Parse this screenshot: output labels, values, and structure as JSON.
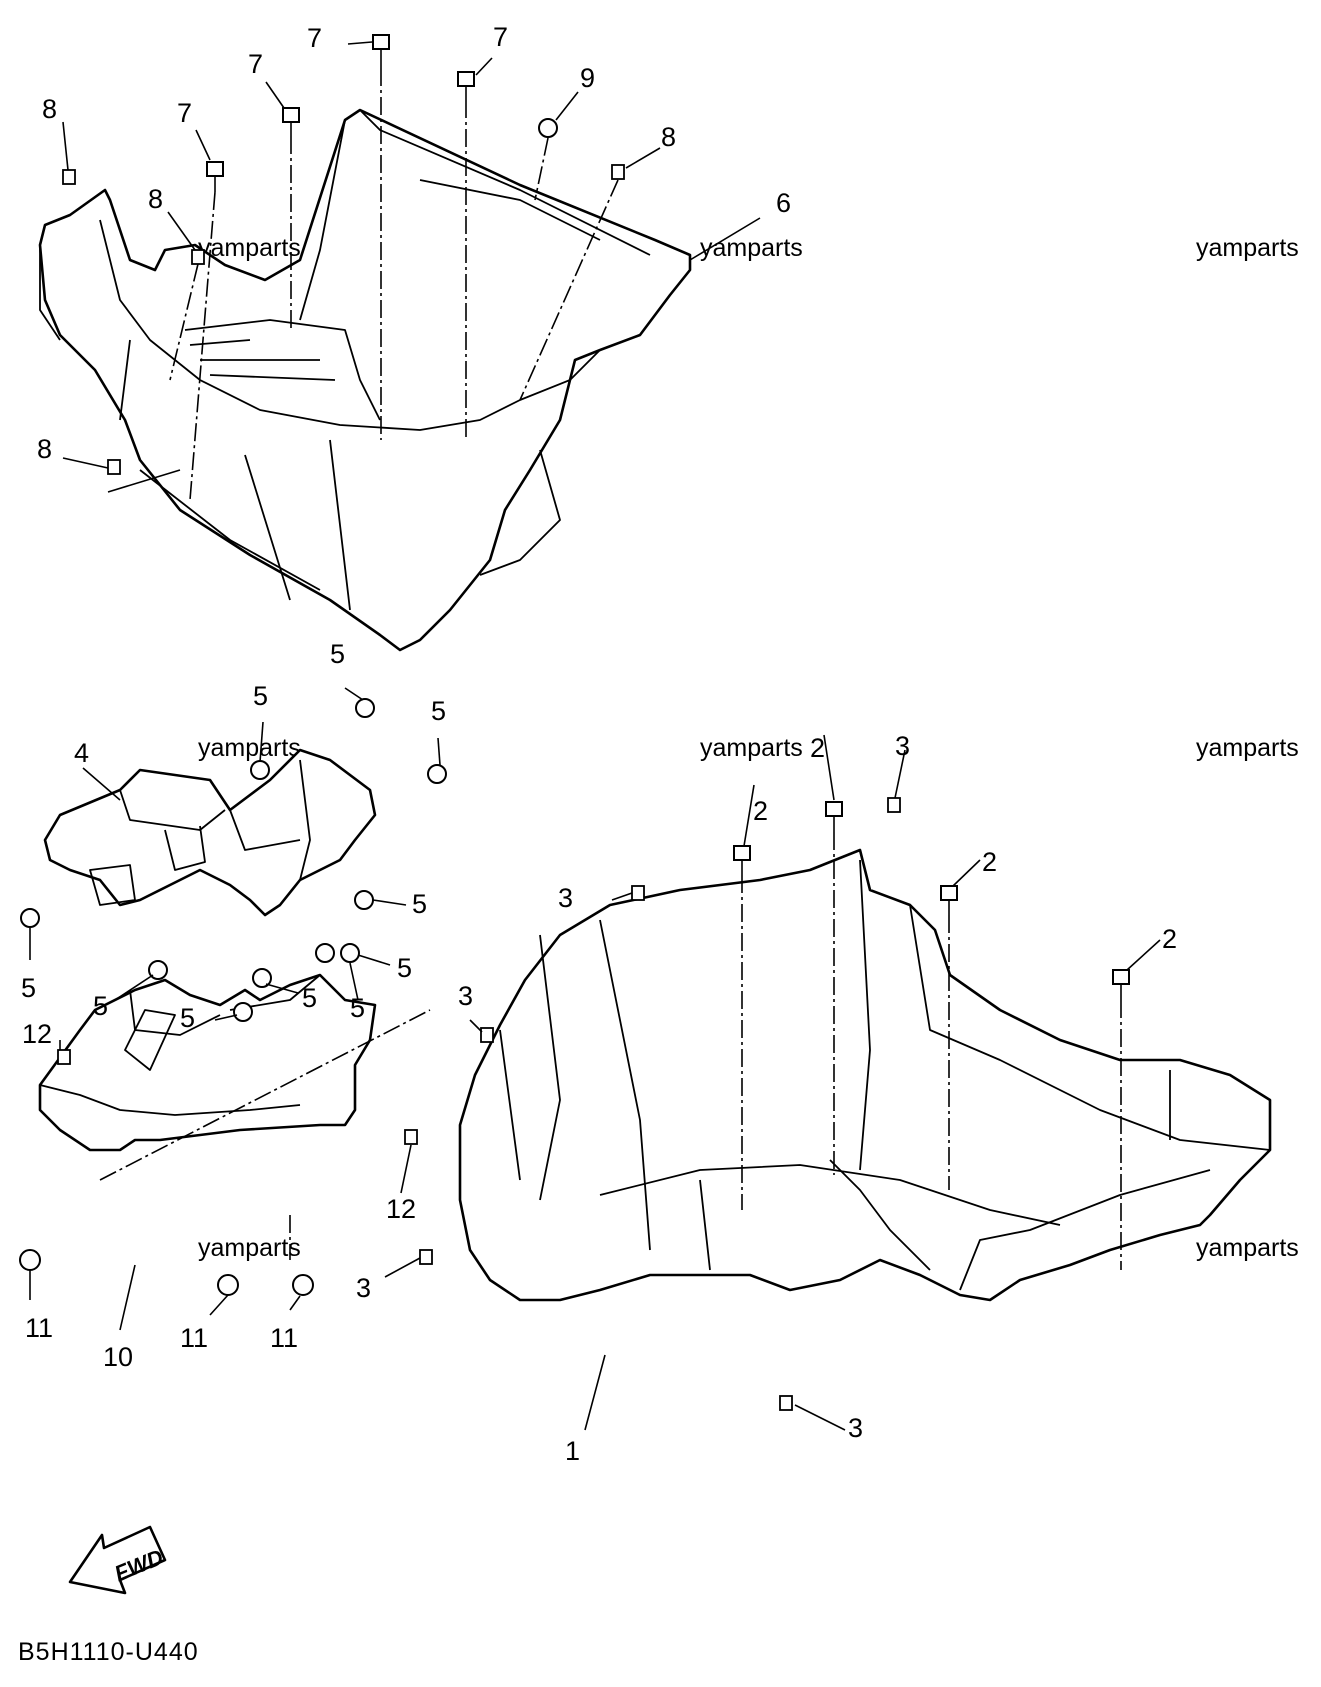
{
  "diagram_code": "B5H1110-U440",
  "direction_label": "FWD",
  "watermark": "yamparts",
  "callouts": {
    "c1": "1",
    "c2": "2",
    "c3": "3",
    "c4": "4",
    "c5": "5",
    "c6": "6",
    "c7": "7",
    "c8": "8",
    "c9": "9",
    "c10": "10",
    "c11": "11",
    "c12": "12"
  }
}
